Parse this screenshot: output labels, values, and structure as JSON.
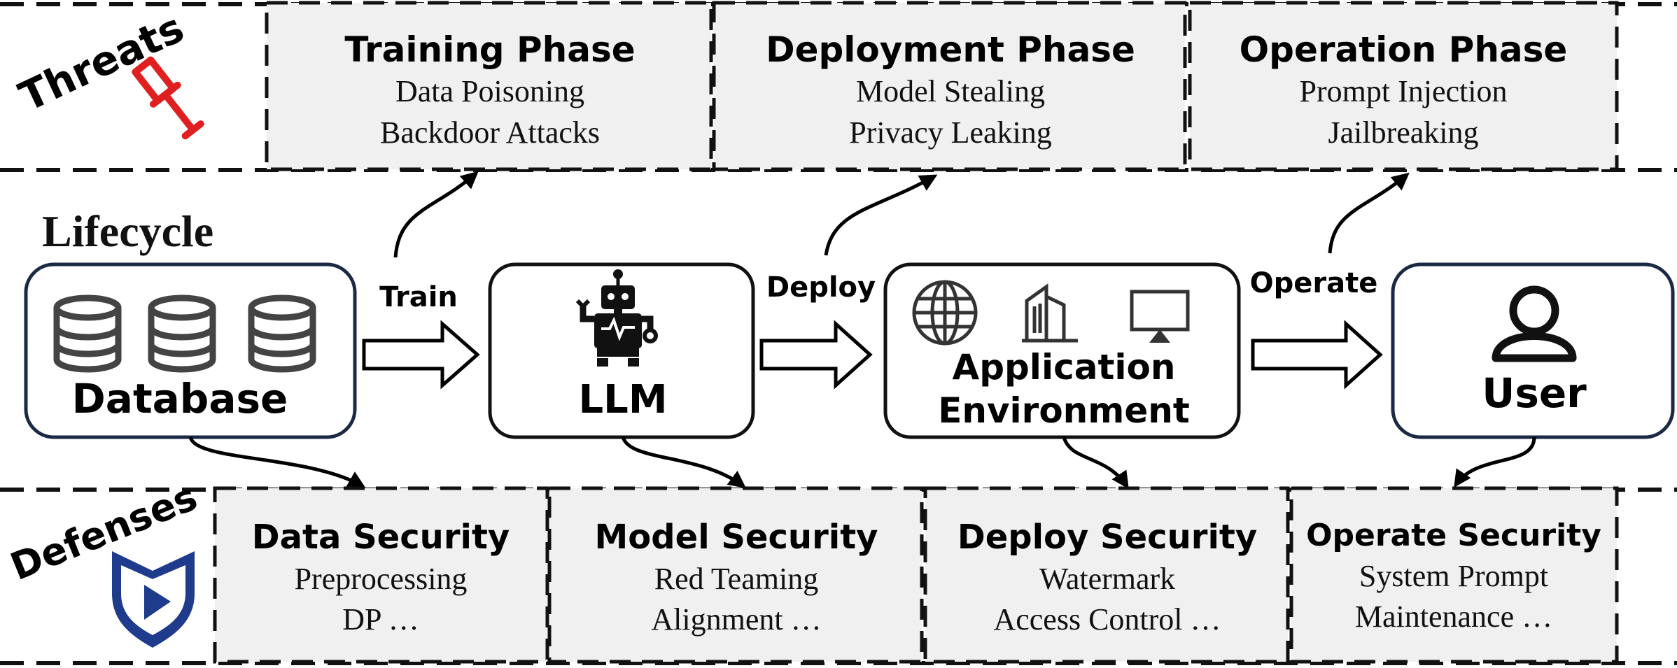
{
  "sections": {
    "threats": "Threats",
    "lifecycle": "Lifecycle",
    "defenses": "Defenses"
  },
  "threats": [
    {
      "title": "Training Phase",
      "line1": "Data Poisoning",
      "line2": "Backdoor Attacks"
    },
    {
      "title": "Deployment Phase",
      "line1": "Model Stealing",
      "line2": "Privacy Leaking"
    },
    {
      "title": "Operation Phase",
      "line1": "Prompt Injection",
      "line2": "Jailbreaking"
    }
  ],
  "lifecycle": {
    "nodes": {
      "database": "Database",
      "llm": "LLM",
      "app_line1": "Application",
      "app_line2": "Environment",
      "user": "User"
    },
    "arrows": {
      "train": "Train",
      "deploy": "Deploy",
      "operate": "Operate"
    }
  },
  "defenses": [
    {
      "title": "Data Security",
      "line1": "Preprocessing",
      "line2": "DP …"
    },
    {
      "title": "Model Security",
      "line1": "Red Teaming",
      "line2": "Alignment …"
    },
    {
      "title": "Deploy Security",
      "line1": "Watermark",
      "line2": "Access Control …"
    },
    {
      "title": "Operate Security",
      "line1": "System Prompt",
      "line2": "Maintenance …"
    }
  ],
  "colors": {
    "threat_icon": "#e02020",
    "shield": "#1f3c8c",
    "node_border": "#1b2a44",
    "box_fill": "#f0f0f0"
  },
  "icons": [
    "pin-icon",
    "database-icon",
    "robot-icon",
    "globe-icon",
    "building-icon",
    "monitor-icon",
    "user-icon",
    "shield-icon"
  ]
}
